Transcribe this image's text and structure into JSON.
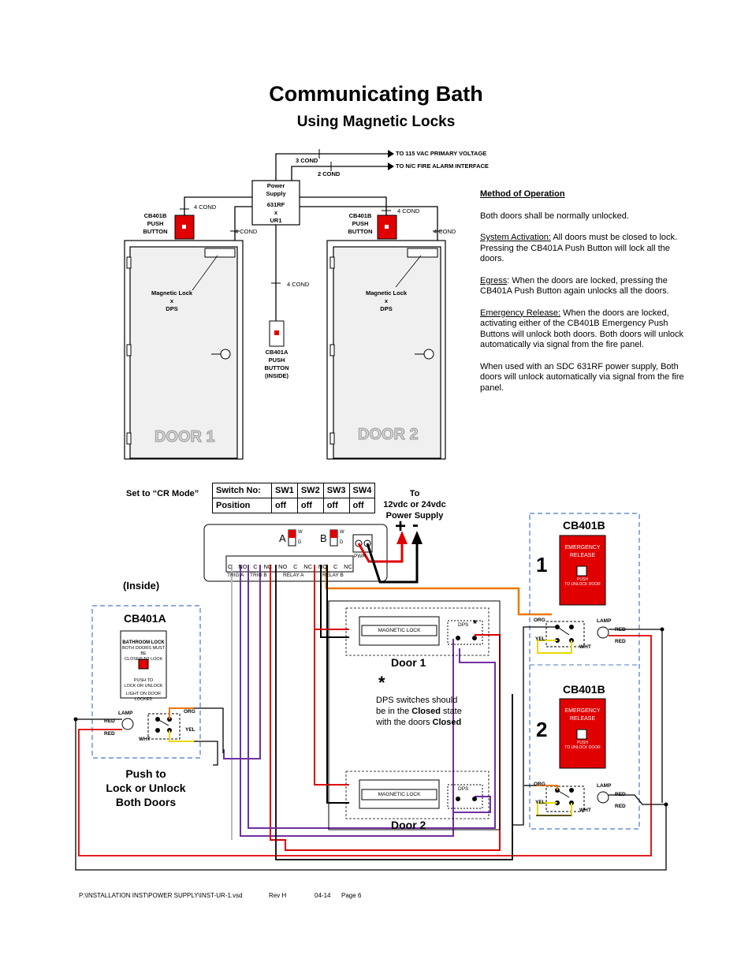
{
  "header": {
    "title": "Communicating Bath",
    "subtitle": "Using Magnetic Locks"
  },
  "power": {
    "lines": [
      "Power",
      "Supply",
      "631RF",
      "x",
      "UR1"
    ],
    "cond3": "3 COND",
    "cond2": "2 COND",
    "to_primary": "TO 115 VAC PRIMARY VOLTAGE",
    "to_fire": "TO N/C FIRE ALARM INTERFACE"
  },
  "conds": {
    "c4": "4 COND"
  },
  "cb401b_top": {
    "lines": [
      "CB401B",
      "PUSH",
      "BUTTON"
    ]
  },
  "cb401a_top": {
    "lines": [
      "CB401A",
      "PUSH",
      "BUTTON",
      "(INSIDE)"
    ]
  },
  "maglock": {
    "lines": [
      "Magnetic Lock",
      "x",
      "DPS"
    ]
  },
  "doors": {
    "door1": "DOOR 1",
    "door2": "DOOR 2"
  },
  "method": {
    "heading": "Method of Operation",
    "p1": "Both doors shall be normally unlocked.",
    "p2_title": "System Activation:",
    "p2_body": "  All doors must be closed to lock.  Pressing the CB401A Push Button will lock all the doors.",
    "p3_title": "Egress",
    "p3_body": ":  When the doors are locked, pressing the CB401A Push Button again unlocks all the doors.",
    "p4_title": "Emergency Release:",
    "p4_body": " When the doors are locked, activating either of the CB401B Emergency Push Buttons will unlock both doors.  Both doors will unlock automatically via signal from the fire panel.",
    "p5": "When used with an SDC 631RF power supply, Both doors will unlock automatically via signal from the fire panel."
  },
  "switches": {
    "set_label": "Set to “CR Mode”",
    "header": [
      "Switch No:",
      "SW1",
      "SW2",
      "SW3",
      "SW4"
    ],
    "row": [
      "Position",
      "off",
      "off",
      "off",
      "off"
    ]
  },
  "supply": {
    "lines": [
      "To",
      "12vdc or 24vdc",
      "Power Supply"
    ],
    "plus": "+",
    "minus": "-"
  },
  "board": {
    "a": "A",
    "b": "B",
    "w": "W",
    "d": "D",
    "pwr": "PWR",
    "terminals": [
      "C",
      "NO",
      "C",
      "NC",
      "NO",
      "C",
      "NC",
      "NO",
      "C",
      "NC"
    ],
    "groups": [
      "TRIG A",
      "TRIG B",
      "RELAY A",
      "RELAY B"
    ]
  },
  "inside_label": "(Inside)",
  "cb401a": {
    "title": "CB401A",
    "plate_title": "BATHROOM LOCK",
    "plate_line1": "BOTH DOORS MUST BE",
    "plate_line2": "CLOSED TO LOCK",
    "plate_line3": "PUSH TO",
    "plate_line4": "LOCK OR UNLOCK",
    "plate_line5": "LIGHT ON  DOOR LOCKED",
    "lamp": "LAMP",
    "red": "RED",
    "org": "ORG",
    "yel": "YEL",
    "wht": "WHT"
  },
  "push_label": [
    "Push to",
    "Lock or Unlock",
    "Both Doors"
  ],
  "cb401b": {
    "title": "CB401B",
    "plate_line1": "EMERGENCY",
    "plate_line2": "RELEASE",
    "plate_line3": "PUSH",
    "plate_line4": "TO UNLOCK DOOR",
    "n1": "1",
    "n2": "2",
    "lamp": "LAMP",
    "red": "RED",
    "org": "ORG",
    "yel": "YEL",
    "wht": "WHT"
  },
  "door_blocks": {
    "maglock": "MAGNETIC LOCK",
    "dps": "DPS",
    "door1": "Door 1",
    "door2": "Door 2",
    "star": "*",
    "note_line1": "DPS switches should",
    "note_pre": "be in the ",
    "note_closed": "Closed",
    "note_mid": "  state",
    "note_line3pre": "with the doors ",
    "note_closed2": "Closed"
  },
  "footer": {
    "path": "P:\\INSTALLATION INST\\POWER SUPPLY\\INST-UR-1.vsd",
    "rev": "Rev H",
    "date": "04-14",
    "page": "Page  6"
  },
  "colors": {
    "red": "#e00000",
    "orange": "#f07800",
    "yellow": "#e8d800",
    "purple": "#7030a0",
    "door_fill": "#f0f0f0"
  }
}
